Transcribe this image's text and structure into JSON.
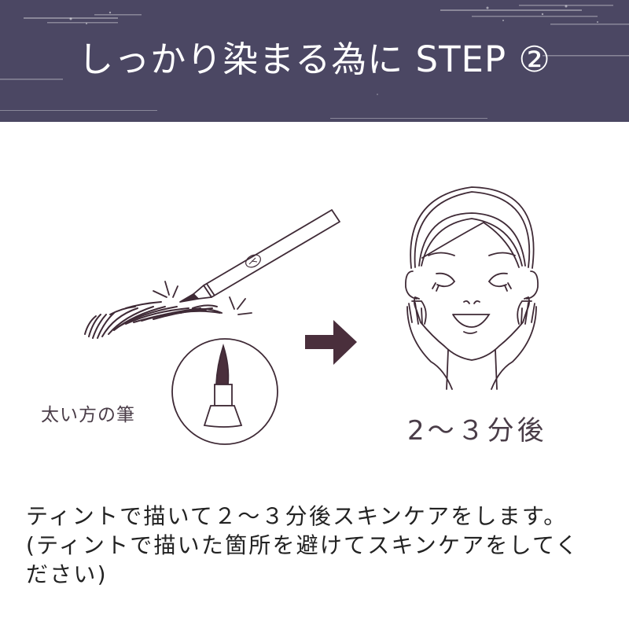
{
  "header": {
    "title": "しっかり染まる為に STEP ②",
    "background_color": "#4b4763",
    "text_color": "#ffffff"
  },
  "illustration": {
    "left": {
      "elements": [
        "eyebrow-drawing",
        "tint-pen",
        "brush-tip-closeup-circle"
      ],
      "caption": "太い方の筆"
    },
    "arrow": {
      "icon": "arrow-right-icon",
      "color": "#4a2f3c"
    },
    "right": {
      "elements": [
        "face-with-headband-hands-on-cheeks"
      ],
      "caption": "2～３分後"
    },
    "line_color": "#3f2a36"
  },
  "instructions": {
    "line1": "ティントで描いて２～３分後スキンケアをします。",
    "line2": "(ティントで描いた箇所を避けてスキンケアをしてく",
    "line3": "ださい)"
  }
}
